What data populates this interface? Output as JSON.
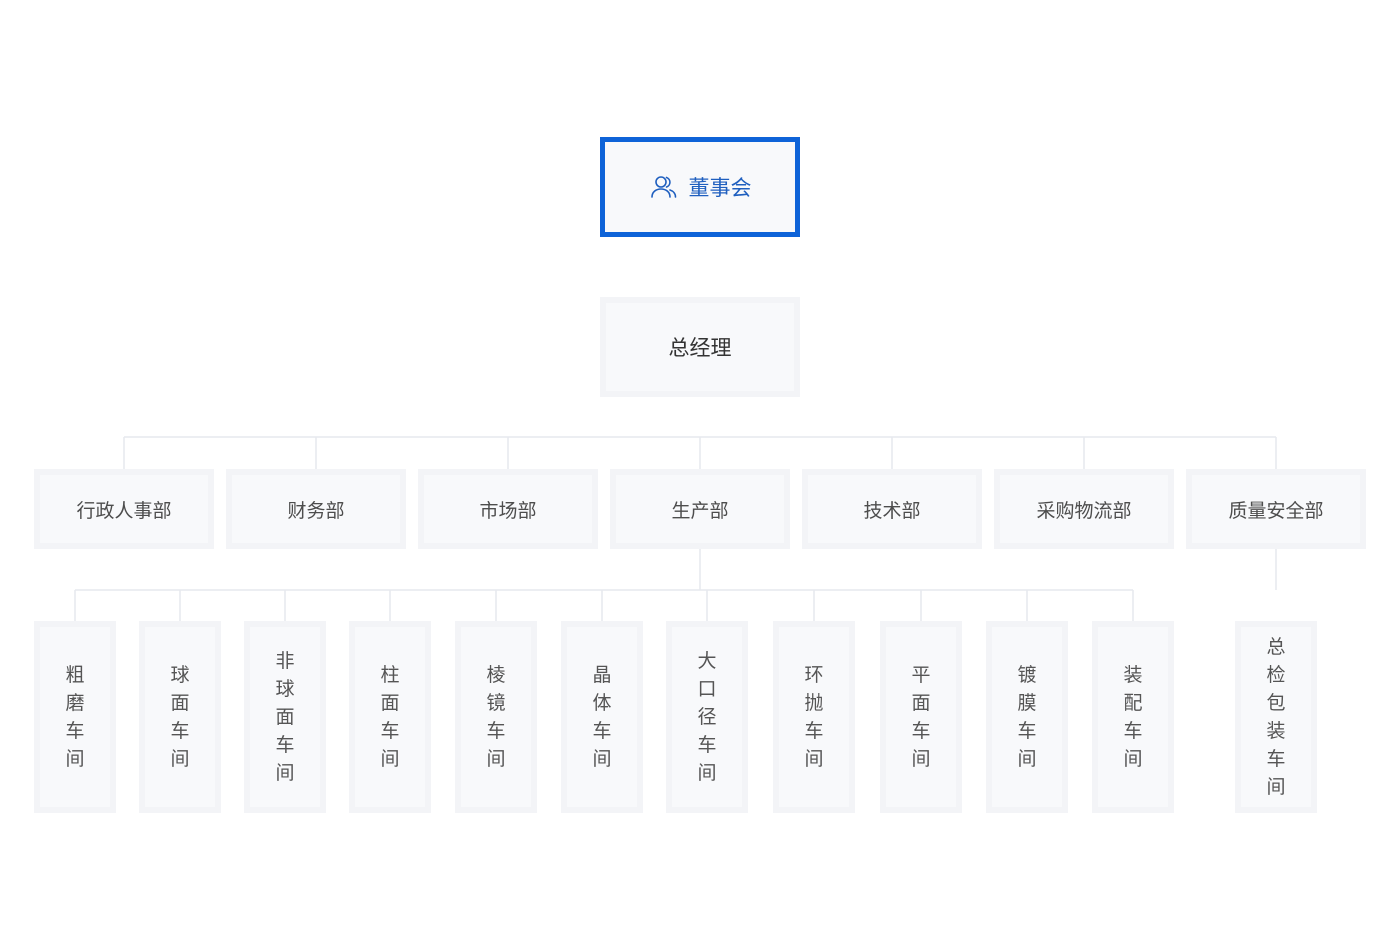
{
  "colors": {
    "accent": "#0e63d8",
    "connector": "#e6e8ee",
    "node_fill": "#f8f9fb"
  },
  "board": {
    "label": "董事会",
    "icon": "users-icon"
  },
  "general_manager": {
    "label": "总经理"
  },
  "departments": [
    {
      "label": "行政人事部"
    },
    {
      "label": "财务部"
    },
    {
      "label": "市场部"
    },
    {
      "label": "生产部"
    },
    {
      "label": "技术部"
    },
    {
      "label": "采购物流部"
    },
    {
      "label": "质量安全部"
    }
  ],
  "workshops": [
    {
      "label": "粗磨车间"
    },
    {
      "label": "球面车间"
    },
    {
      "label": "非球面车间"
    },
    {
      "label": "柱面车间"
    },
    {
      "label": "棱镜车间"
    },
    {
      "label": "晶体车间"
    },
    {
      "label": "大口径车间"
    },
    {
      "label": "环抛车间"
    },
    {
      "label": "平面车间"
    },
    {
      "label": "镀膜车间"
    },
    {
      "label": "装配车间"
    }
  ],
  "quality_workshop": {
    "label": "总检包装车间"
  }
}
